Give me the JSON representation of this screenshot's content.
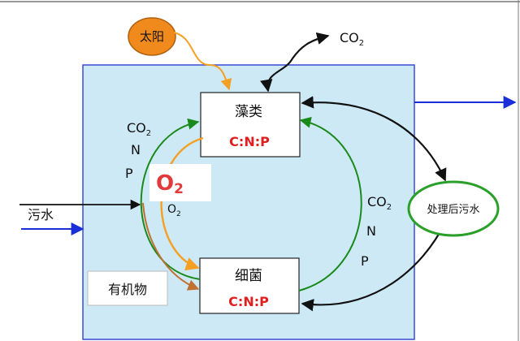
{
  "nodes": {
    "sun": "太阳",
    "algae": {
      "name": "藻类",
      "ratio": "C:N:P"
    },
    "bacteria": {
      "name": "细菌",
      "ratio": "C:N:P"
    },
    "sewage_in": "污水",
    "organic": "有机物",
    "treated": "处理后污水"
  },
  "labels": {
    "co2_top": "CO",
    "co2_top_sub": "2",
    "left_co2": "CO",
    "left_co2_sub": "2",
    "left_n": "N",
    "left_p": "P",
    "o2_big": "O",
    "o2_big_sub": "2",
    "o2_small": "O",
    "o2_small_sub": "2",
    "right_co2": "CO",
    "right_co2_sub": "2",
    "right_n": "N",
    "right_p": "P"
  },
  "colors": {
    "pond_fill": "#cde9f6",
    "pond_stroke": "#3a4bd6",
    "sun_fill": "#f08a1d",
    "sun_stroke": "#b06010",
    "ratio_red": "#e02020",
    "green": "#1a8a1a",
    "orange": "#f5a024",
    "brown": "#c07030",
    "blue": "#1a2fd8",
    "ellipse_green": "#2aa02a"
  }
}
